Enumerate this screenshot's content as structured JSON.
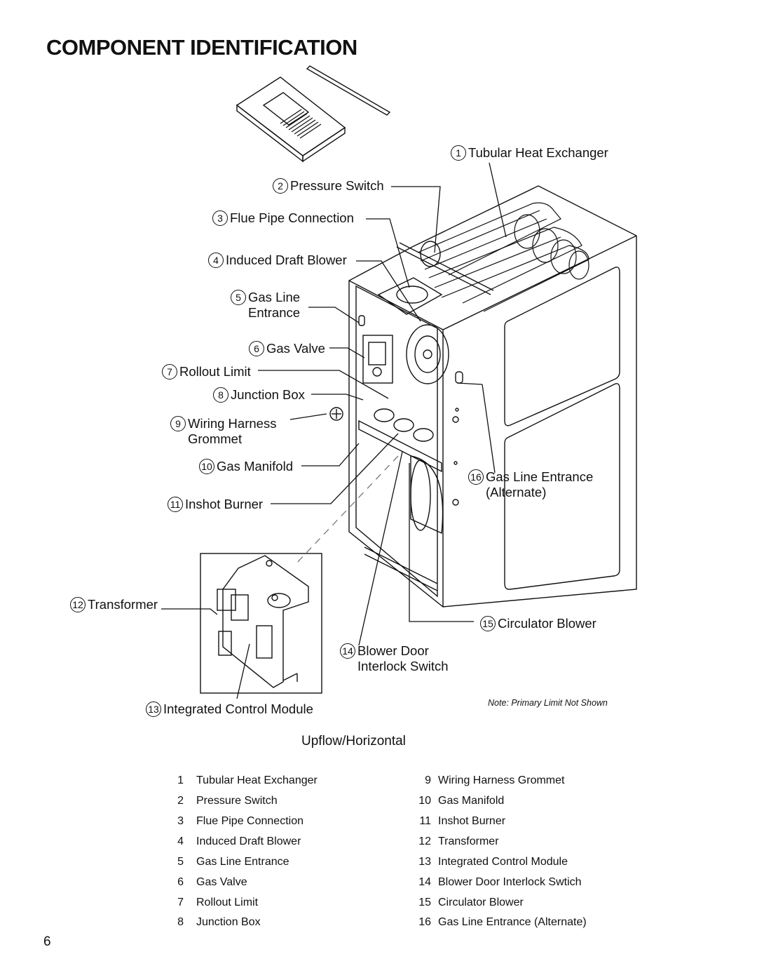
{
  "title": "COMPONENT IDENTIFICATION",
  "callouts": [
    {
      "num": "1",
      "lines": [
        "Tubular Heat Exchanger"
      ]
    },
    {
      "num": "2",
      "lines": [
        "Pressure Switch"
      ]
    },
    {
      "num": "3",
      "lines": [
        "Flue Pipe Connection"
      ]
    },
    {
      "num": "4",
      "lines": [
        "Induced Draft Blower"
      ]
    },
    {
      "num": "5",
      "lines": [
        "Gas Line",
        "Entrance"
      ]
    },
    {
      "num": "6",
      "lines": [
        "Gas Valve"
      ]
    },
    {
      "num": "7",
      "lines": [
        "Rollout Limit"
      ]
    },
    {
      "num": "8",
      "lines": [
        "Junction Box"
      ]
    },
    {
      "num": "9",
      "lines": [
        "Wiring Harness",
        "Grommet"
      ]
    },
    {
      "num": "10",
      "lines": [
        "Gas Manifold"
      ]
    },
    {
      "num": "11",
      "lines": [
        "Inshot Burner"
      ]
    },
    {
      "num": "12",
      "lines": [
        "Transformer"
      ]
    },
    {
      "num": "13",
      "lines": [
        "Integrated Control Module"
      ]
    },
    {
      "num": "14",
      "lines": [
        "Blower Door",
        "Interlock Switch"
      ]
    },
    {
      "num": "15",
      "lines": [
        "Circulator Blower"
      ]
    },
    {
      "num": "16",
      "lines": [
        "Gas Line Entrance",
        "(Alternate)"
      ]
    }
  ],
  "note": "Note:  Primary Limit Not Shown",
  "caption": "Upflow/Horizontal",
  "legend": [
    {
      "num": "1",
      "text": "Tubular Heat Exchanger"
    },
    {
      "num": "2",
      "text": "Pressure Switch"
    },
    {
      "num": "3",
      "text": "Flue Pipe Connection"
    },
    {
      "num": "4",
      "text": "Induced Draft Blower"
    },
    {
      "num": "5",
      "text": "Gas Line Entrance"
    },
    {
      "num": "6",
      "text": "Gas Valve"
    },
    {
      "num": "7",
      "text": "Rollout Limit"
    },
    {
      "num": "8",
      "text": "Junction Box"
    },
    {
      "num": "9",
      "text": "Wiring Harness Grommet"
    },
    {
      "num": "10",
      "text": "Gas Manifold"
    },
    {
      "num": "11",
      "text": "Inshot Burner"
    },
    {
      "num": "12",
      "text": "Transformer"
    },
    {
      "num": "13",
      "text": "Integrated Control Module"
    },
    {
      "num": "14",
      "text": "Blower Door Interlock Swtich"
    },
    {
      "num": "15",
      "text": "Circulator Blower"
    },
    {
      "num": "16",
      "text": "Gas Line Entrance (Alternate)"
    }
  ],
  "page_number": "6"
}
